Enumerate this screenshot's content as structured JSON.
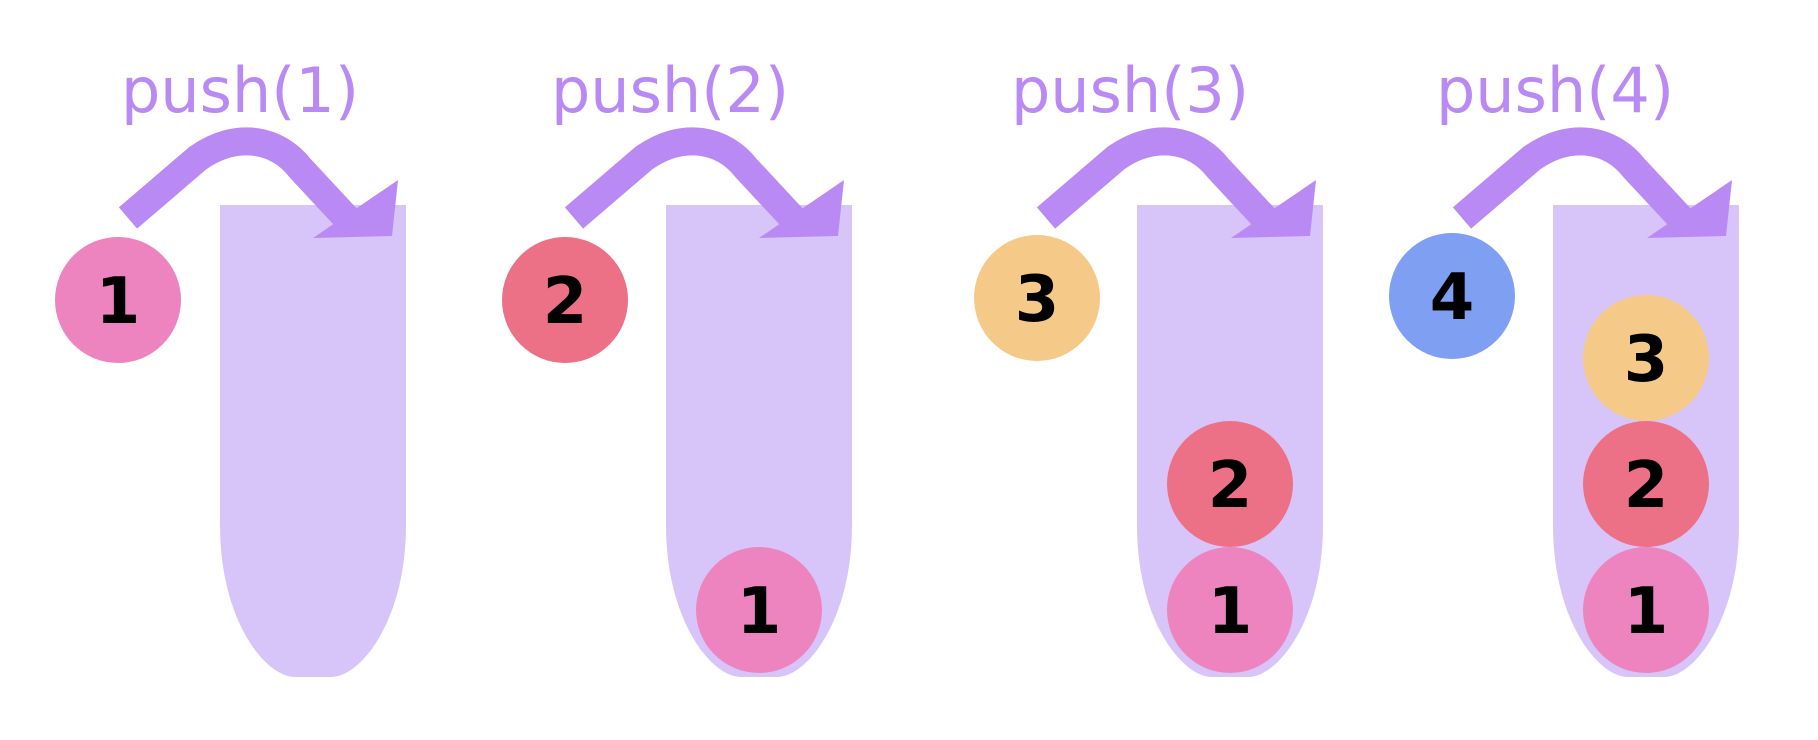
{
  "colors": {
    "accent": "#b98af4",
    "tube": "#d7c5fa",
    "ball_1": "#ee84bf",
    "ball_2": "#ec7186",
    "ball_3": "#f5c987",
    "ball_4": "#7f9ff2",
    "digit": "#000000"
  },
  "steps": [
    {
      "label": "push(1)",
      "incoming": "1",
      "stack": []
    },
    {
      "label": "push(2)",
      "incoming": "2",
      "stack": [
        "1"
      ]
    },
    {
      "label": "push(3)",
      "incoming": "3",
      "stack": [
        "1",
        "2"
      ]
    },
    {
      "label": "push(4)",
      "incoming": "4",
      "stack": [
        "1",
        "2",
        "3"
      ]
    }
  ]
}
